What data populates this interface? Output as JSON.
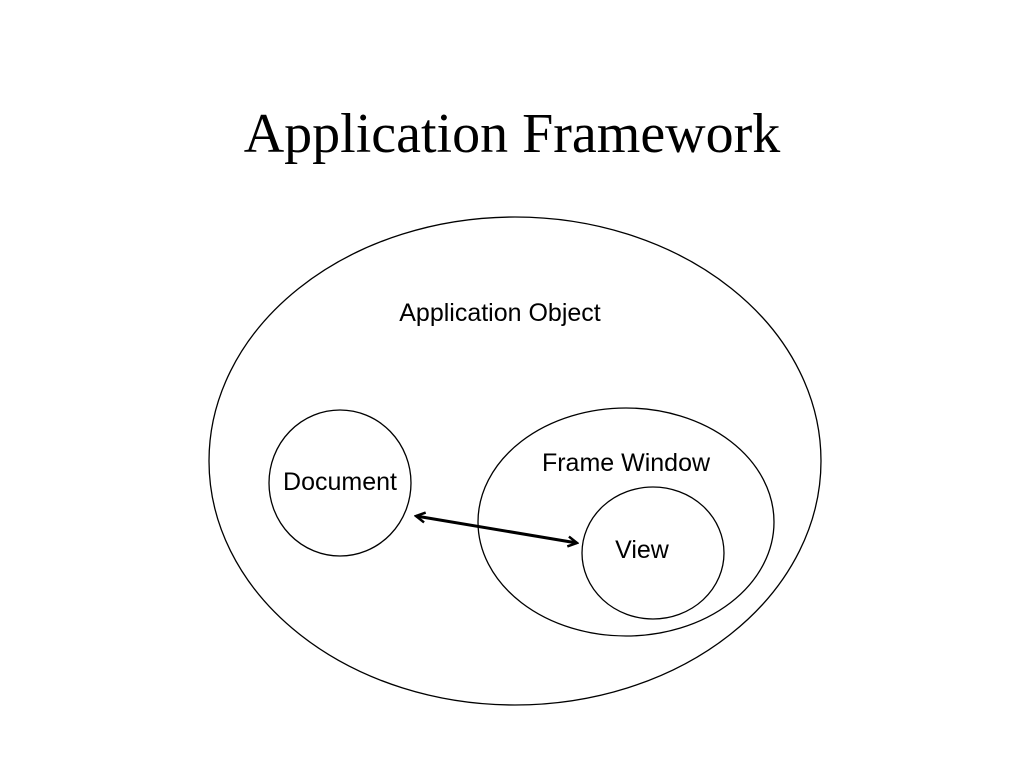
{
  "title": "Application Framework",
  "diagram": {
    "application_object_label": "Application Object",
    "document_label": "Document",
    "frame_window_label": "Frame Window",
    "view_label": "View"
  },
  "colors": {
    "background": "#ffffff",
    "stroke": "#000000"
  }
}
